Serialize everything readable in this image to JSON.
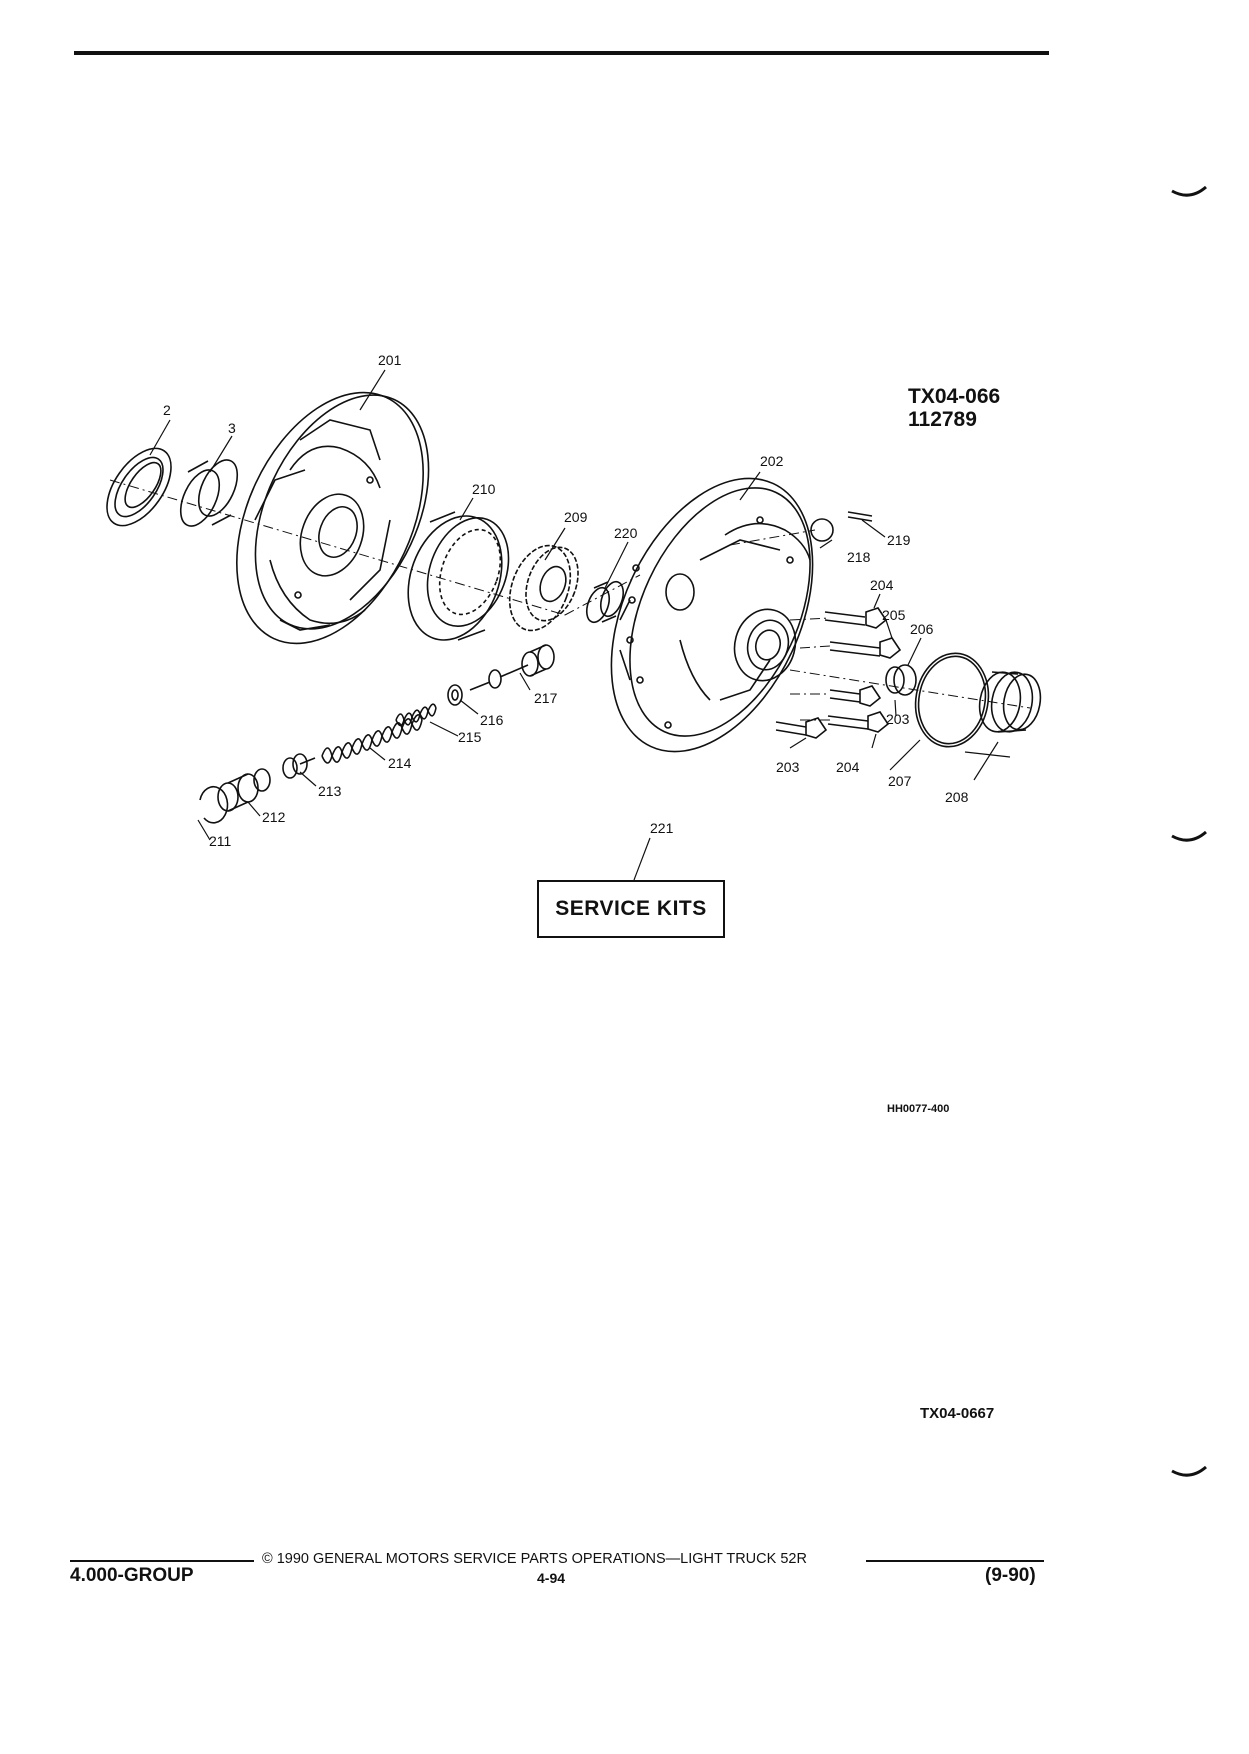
{
  "header": {
    "figure_code": "TX04-066",
    "figure_date": "112789"
  },
  "diagram": {
    "callouts": [
      "2",
      "3",
      "201",
      "202",
      "203",
      "203",
      "204",
      "204",
      "205",
      "206",
      "207",
      "208",
      "209",
      "210",
      "211",
      "212",
      "213",
      "214",
      "215",
      "216",
      "217",
      "218",
      "219",
      "220",
      "221"
    ],
    "service_kits_label": "SERVICE KITS",
    "illustration_code": "HH0077-400",
    "sheet_code": "TX04-0667"
  },
  "footer": {
    "copyright": "© 1990  GENERAL MOTORS SERVICE PARTS OPERATIONS—LIGHT TRUCK 52R",
    "group": "4.000-GROUP",
    "page_number": "4-94",
    "revision": "(9-90)"
  }
}
